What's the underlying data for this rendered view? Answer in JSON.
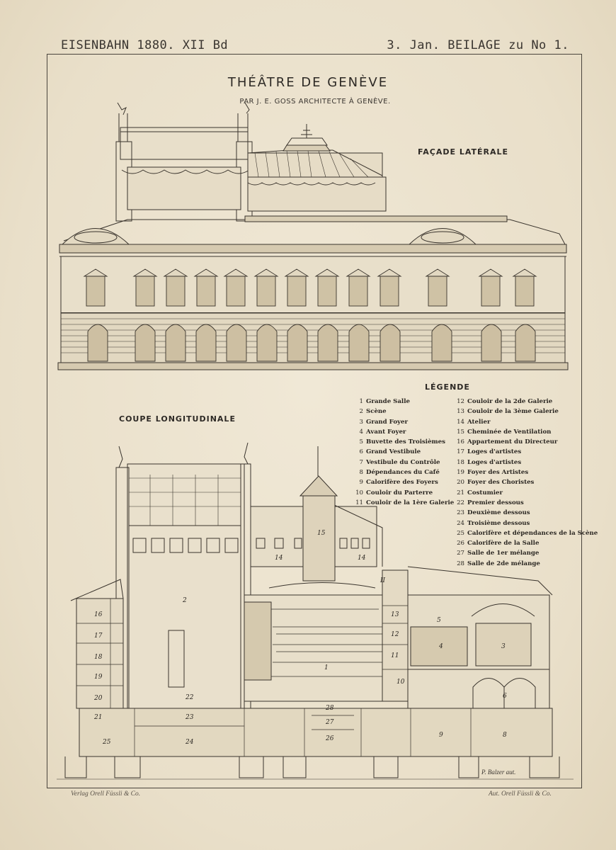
{
  "header": {
    "left": "EISENBAHN 1880. XII Bd",
    "right": "3. Jan. BEILAGE zu No 1."
  },
  "title": "THÉÂTRE DE GENÈVE",
  "subtitle": "PAR J. E. GOSS ARCHITECTE À GENÈVE.",
  "facade_label": "FAÇADE LATÉRALE",
  "section_label": "COUPE LONGITUDINALE",
  "legend": {
    "title": "LÉGENDE",
    "col1": [
      {
        "n": "1",
        "t": "Grande Salle"
      },
      {
        "n": "2",
        "t": "Scène"
      },
      {
        "n": "3",
        "t": "Grand Foyer"
      },
      {
        "n": "4",
        "t": "Avant Foyer"
      },
      {
        "n": "5",
        "t": "Buvette des Troisièmes"
      },
      {
        "n": "6",
        "t": "Grand Vestibule"
      },
      {
        "n": "7",
        "t": "Vestibule du Contrôle"
      },
      {
        "n": "8",
        "t": "Dépendances du Café"
      },
      {
        "n": "9",
        "t": "Calorifère des Foyers"
      },
      {
        "n": "10",
        "t": "Couloir du Parterre"
      },
      {
        "n": "11",
        "t": "Couloir de la 1ère Galerie"
      }
    ],
    "col2": [
      {
        "n": "12",
        "t": "Couloir de la 2de Galerie"
      },
      {
        "n": "13",
        "t": "Couloir de la 3ème Galerie"
      },
      {
        "n": "14",
        "t": "Atelier"
      },
      {
        "n": "15",
        "t": "Cheminée de Ventilation"
      },
      {
        "n": "16",
        "t": "Appartement du Directeur"
      },
      {
        "n": "17",
        "t": "Loges d'artistes"
      },
      {
        "n": "18",
        "t": "Loges d'artistes"
      },
      {
        "n": "19",
        "t": "Foyer des Artistes"
      },
      {
        "n": "20",
        "t": "Foyer des Choristes"
      },
      {
        "n": "21",
        "t": "Costumier"
      },
      {
        "n": "22",
        "t": "Premier dessous"
      },
      {
        "n": "23",
        "t": "Deuxième dessous"
      },
      {
        "n": "24",
        "t": "Troisième dessous"
      },
      {
        "n": "25",
        "t": "Calorifère et dépendances de la Scène"
      },
      {
        "n": "26",
        "t": "Calorifère de la Salle"
      },
      {
        "n": "27",
        "t": "Salle de 1er mélange"
      },
      {
        "n": "28",
        "t": "Salle de 2de mélange"
      }
    ]
  },
  "section_numbers": [
    "2",
    "15",
    "14",
    "14",
    "16",
    "17",
    "18",
    "19",
    "20",
    "21",
    "25",
    "22",
    "23",
    "24",
    "1",
    "13",
    "12",
    "11",
    "10",
    "28",
    "27",
    "26",
    "9",
    "5",
    "4",
    "3",
    "6",
    "8",
    "II"
  ],
  "signature": "P. Balzer aut.",
  "footer": {
    "left": "Verlag Orell Füssli & Co.",
    "right": "Aut. Orell Füssli & Co."
  },
  "colors": {
    "paper": "#ece3cf",
    "ink": "#2b2722",
    "frame": "#4a443c"
  }
}
